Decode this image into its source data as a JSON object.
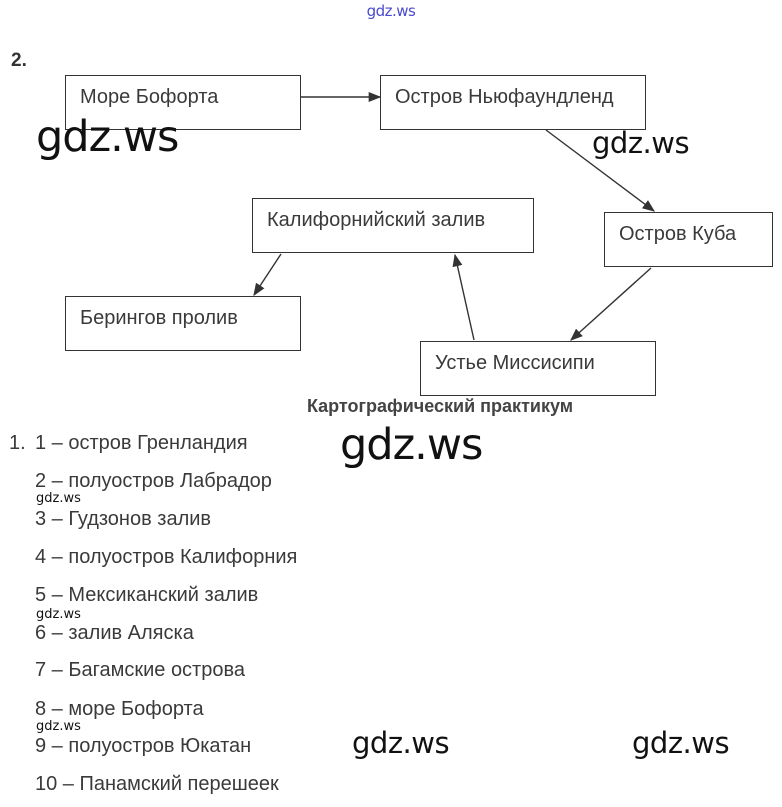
{
  "watermark": {
    "top": "gdz.ws",
    "overlay": "gdz.ws"
  },
  "task2": {
    "number": "2.",
    "nodes": [
      {
        "id": "beaufort",
        "label": "Море Бофорта"
      },
      {
        "id": "newfoundland",
        "label": "Остров Ньюфаундленд"
      },
      {
        "id": "cuba",
        "label": "Остров Куба"
      },
      {
        "id": "mississippi",
        "label": "Устье Миссисипи"
      },
      {
        "id": "california",
        "label": "Калифорнийский залив"
      },
      {
        "id": "bering",
        "label": "Берингов пролив"
      }
    ],
    "edges": [
      {
        "from": "beaufort",
        "to": "newfoundland"
      },
      {
        "from": "newfoundland",
        "to": "cuba"
      },
      {
        "from": "cuba",
        "to": "mississippi"
      },
      {
        "from": "mississippi",
        "to": "california"
      },
      {
        "from": "california",
        "to": "bering"
      }
    ]
  },
  "practicum": {
    "title": "Картографический практикум",
    "task_number": "1.",
    "items": [
      "1 – остров Гренландия",
      "2 – полуостров Лабрадор",
      "3 – Гудзонов залив",
      "4 – полуостров Калифорния",
      "5 – Мексиканский залив",
      "6 – залив Аляска",
      "7 – Багамские острова",
      "8 – море Бофорта",
      "9 – полуостров Юкатан",
      "10 – Панамский перешеек"
    ]
  }
}
